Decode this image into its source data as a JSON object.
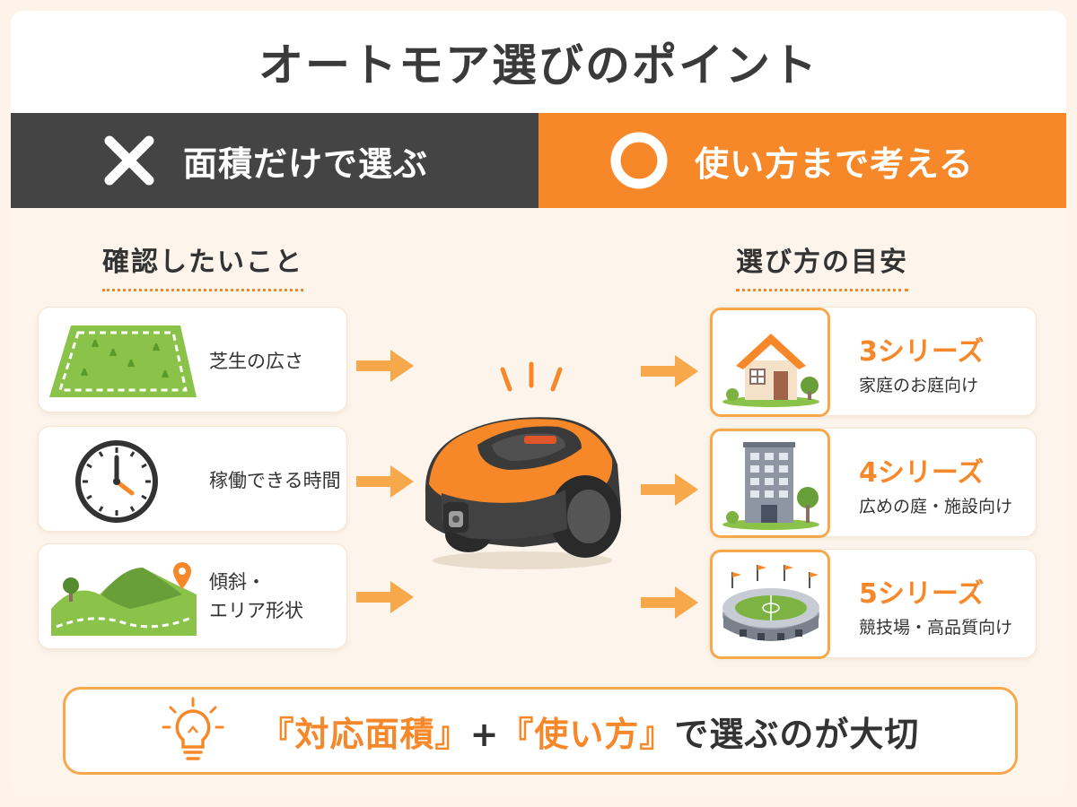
{
  "title": "オートモア選びのポイント",
  "compare": {
    "bad_mark": "✕",
    "bad_label": "面積だけで選ぶ",
    "good_mark": "○",
    "good_label": "使い方まで考える"
  },
  "left_section": {
    "heading": "確認したいこと",
    "items": [
      {
        "icon": "lawn-icon",
        "label": "芝生の広さ"
      },
      {
        "icon": "clock-icon",
        "label": "稼働できる時間"
      },
      {
        "icon": "hills-icon",
        "label_line1": "傾斜・",
        "label_line2": "エリア形状"
      }
    ]
  },
  "right_section": {
    "heading": "選び方の目安",
    "items": [
      {
        "icon": "house-icon",
        "series": "3シリーズ",
        "description": "家庭のお庭向け"
      },
      {
        "icon": "building-icon",
        "series": "4シリーズ",
        "description": "広めの庭・施設向け"
      },
      {
        "icon": "stadium-icon",
        "series": "5シリーズ",
        "description": "競技場・高品質向け"
      }
    ]
  },
  "center": {
    "icon": "robot-mower-icon"
  },
  "bottom": {
    "icon": "lightbulb-icon",
    "part1": "『対応面積』",
    "plus": "+",
    "part2": "『使い方』",
    "part3": "で選ぶのが大切"
  },
  "colors": {
    "accent": "#f7882a",
    "dark": "#444444",
    "background": "#fdf5ec",
    "grass": "#7cb342"
  }
}
